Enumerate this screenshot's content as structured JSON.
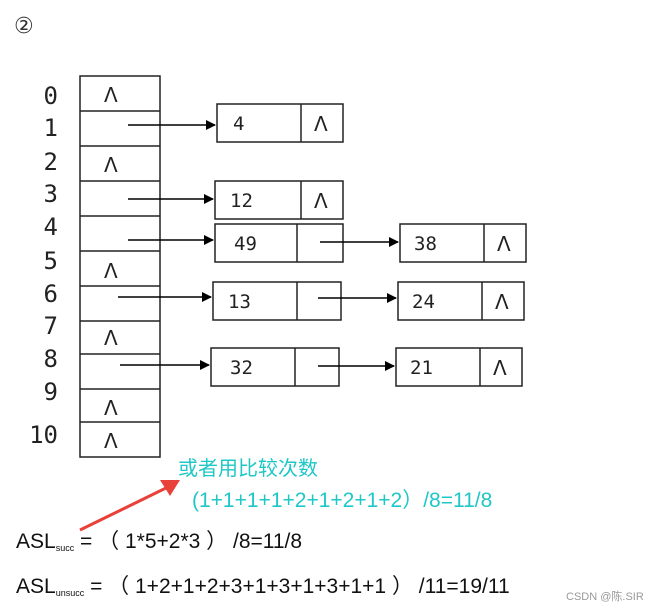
{
  "marker": "②",
  "indices": [
    "0",
    "1",
    "2",
    "3",
    "4",
    "5",
    "6",
    "7",
    "8",
    "9",
    "10"
  ],
  "null_symbol": "Λ",
  "nodes": [
    "4",
    "12",
    "49",
    "38",
    "13",
    "24",
    "32",
    "21"
  ],
  "annotation": {
    "label": "或者用比较次数",
    "formula": "(1+1+1+1+2+1+2+1+2）/8=11/8"
  },
  "asl_succ": {
    "prefix": "ASL",
    "sub": "succ",
    "expr": " = （ 1*5+2*3 ） /8=11/8"
  },
  "asl_unsucc": {
    "prefix": "ASL",
    "sub": "unsucc",
    "expr": " = （ 1+2+1+2+3+1+3+1+3+1+1 ） /11=19/11"
  },
  "watermark": "CSDN @陈.SIR",
  "colors": {
    "annotation": "#1fc7c7",
    "arrow_red": "#e8413a"
  }
}
